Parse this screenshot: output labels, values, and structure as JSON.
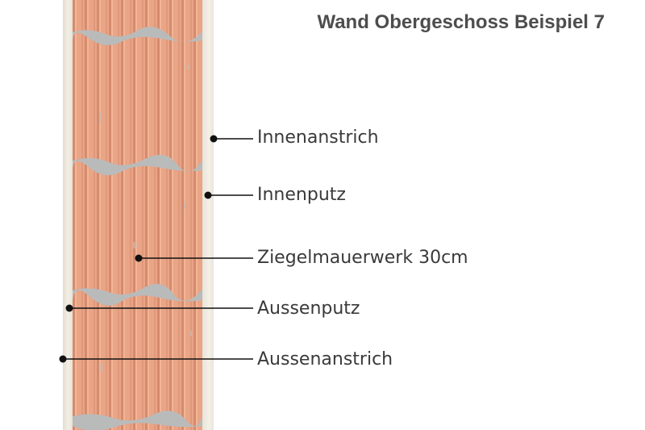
{
  "title": "Wand Obergeschoss Beispiel 7",
  "layers": [
    {
      "key": "innenanstrich",
      "label": "Innenanstrich"
    },
    {
      "key": "innenputz",
      "label": "Innenputz"
    },
    {
      "key": "ziegel",
      "label": "Ziegelmauerwerk 30cm"
    },
    {
      "key": "aussenputz",
      "label": "Aussenputz"
    },
    {
      "key": "aussenanstrich",
      "label": "Aussenanstrich"
    }
  ],
  "colors": {
    "brick": "#e9a586",
    "brick_dark": "#d98e70",
    "mortar": "#b9bbbb",
    "plaster": "#efeadf",
    "leader": "#111111",
    "title": "#4d4d4d"
  }
}
